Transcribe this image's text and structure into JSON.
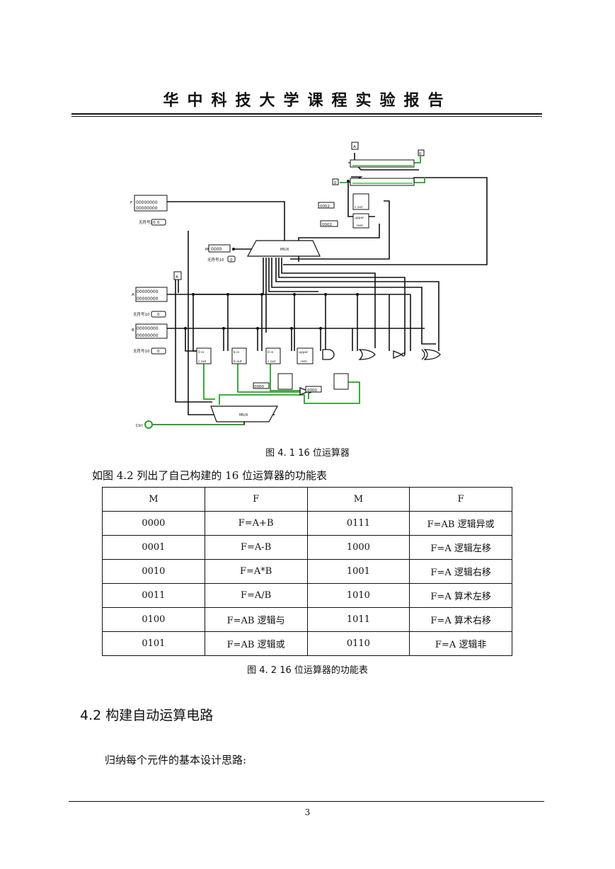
{
  "header": {
    "title": "华中科技大学课程实验报告"
  },
  "figure": {
    "caption": "图 4. 1    16 位运算器",
    "labels": {
      "output_f": "F",
      "input_a": "A",
      "input_b": "B",
      "mode_m": "M",
      "unsigned_dec": "无符号10",
      "zero_value": "0",
      "mux": "MUX",
      "ctrl": "Ctrl",
      "const_0002a": "0002",
      "const_0002b": "0002",
      "const_0000": "0000",
      "const_0000b": "0000",
      "pin_0": "0",
      "pin_A": "A",
      "bits": "00000000",
      "m_bits": "0000",
      "mult_top": "0 in",
      "mult_bottom": "c out",
      "div_top": "b in",
      "div_bottom": "b out",
      "rem": "rem",
      "upper": "upper"
    }
  },
  "intro": "如图 4.2 列出了自己构建的 16 位运算器的功能表",
  "table": {
    "headers": [
      "M",
      "F",
      "M",
      "F"
    ],
    "rows": [
      [
        "0000",
        "F=A+B",
        "0111",
        "F=AB 逻辑异或"
      ],
      [
        "0001",
        "F=A-B",
        "1000",
        "F=A 逻辑左移"
      ],
      [
        "0010",
        "F=A*B",
        "1001",
        "F=A 逻辑右移"
      ],
      [
        "0011",
        "F=A/B",
        "1010",
        "F=A 算术左移"
      ],
      [
        "0100",
        "F=AB 逻辑与",
        "1011",
        "F=A 算术右移"
      ],
      [
        "0101",
        "F=AB 逻辑或",
        "0110",
        "F=A 逻辑非"
      ]
    ],
    "caption": "图 4. 2    16 位运算器的功能表"
  },
  "section": {
    "title": "4.2  构建自动运算电路"
  },
  "paragraph": "归纳每个元件的基本设计思路:",
  "footer": {
    "page_number": "3"
  }
}
